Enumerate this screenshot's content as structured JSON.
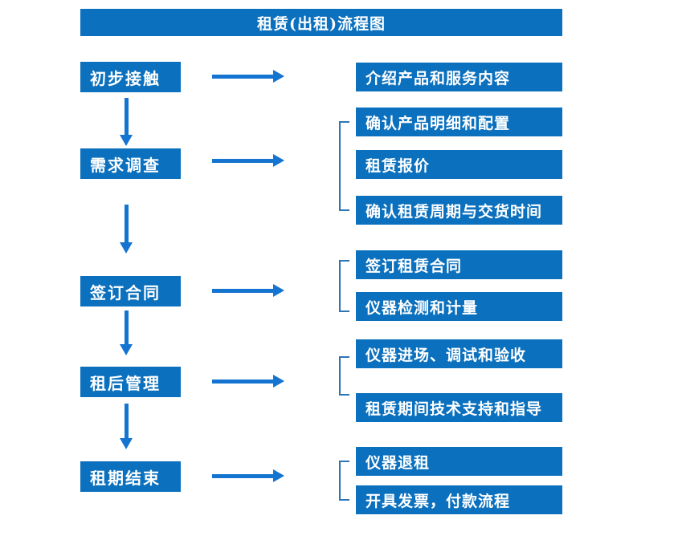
{
  "title": "租赁(出租)流程图",
  "colors": {
    "box": "#0B70BD",
    "arrow": "#1574D0",
    "bracket": "#2E75B6",
    "box_text": "#FFFFFF",
    "background": "#FFFFFF"
  },
  "steps": [
    {
      "label": "初步接触",
      "outputs": [
        "介绍产品和服务内容"
      ]
    },
    {
      "label": "需求调查",
      "outputs": [
        "确认产品明细和配置",
        "租赁报价",
        "确认租赁周期与交货时间"
      ]
    },
    {
      "label": "签订合同",
      "outputs": [
        "签订租赁合同",
        "仪器检测和计量"
      ]
    },
    {
      "label": "租后管理",
      "outputs": [
        "仪器进场、调试和验收",
        "租赁期间技术支持和指导"
      ]
    },
    {
      "label": "租期结束",
      "outputs": [
        "仪器退租",
        "开具发票，付款流程"
      ]
    }
  ]
}
